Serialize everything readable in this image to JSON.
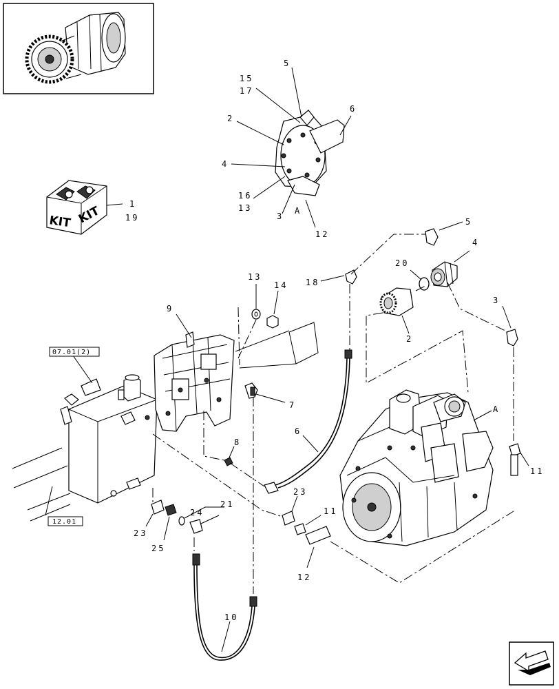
{
  "callouts": {
    "c1": "1",
    "c19": "19",
    "c2a": "2",
    "c3a": "3",
    "c4a": "4",
    "c5a": "5",
    "c6a": "6",
    "c12a": "12",
    "c13a": "13",
    "c15": "15",
    "c16": "16",
    "c17": "17",
    "cAa": "A",
    "c5b": "5",
    "c4b": "4",
    "c20": "20",
    "c18": "18",
    "c2b": "2",
    "c3b": "3",
    "c13b": "13",
    "c14": "14",
    "c9": "9",
    "c7": "7",
    "c8": "8",
    "c6b": "6",
    "cAb": "A",
    "c11a": "11",
    "c11b": "11",
    "c23a": "23",
    "c23b": "23",
    "c24": "24",
    "c21": "21",
    "c25": "25",
    "c12b": "12",
    "c10": "10"
  },
  "refs": {
    "ref_top": "07.01(2)",
    "ref_bottom": "12.01"
  },
  "kit_label": "KIT",
  "icons": {
    "detail_inset": "pump-gear-detail-icon",
    "kit_box": "kit-box-icon",
    "next_page": "arrow-next-icon"
  }
}
